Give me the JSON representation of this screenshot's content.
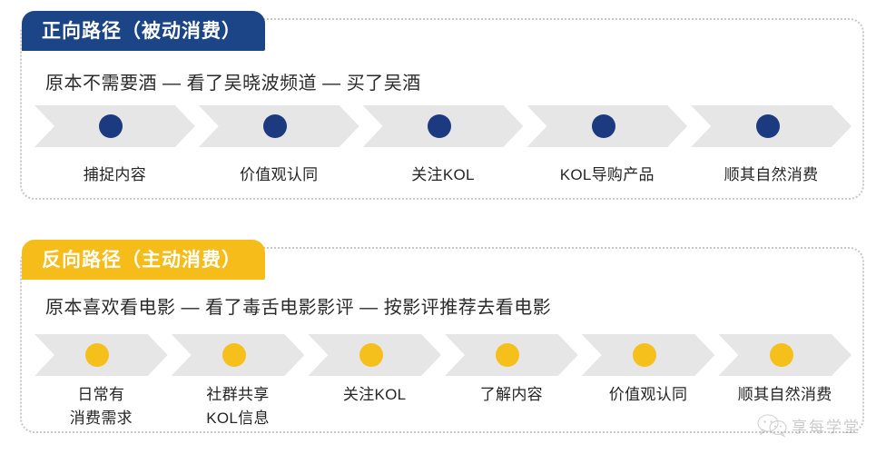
{
  "sections": [
    {
      "key": "forward",
      "tab_label": "正向路径（被动消费）",
      "tab_color": "#1c4587",
      "tab_text_color": "#ffffff",
      "subtitle": "原本不需要酒 — 看了吴晓波频道 — 买了吴酒",
      "dot_color": "#1b3a7f",
      "chevron_color": "#e6e6e6",
      "steps": [
        {
          "label": "捕捉内容"
        },
        {
          "label": "价值观认同"
        },
        {
          "label": "关注KOL"
        },
        {
          "label": "KOL导购产品"
        },
        {
          "label": "顺其自然消费"
        }
      ]
    },
    {
      "key": "reverse",
      "tab_label": "反向路径（主动消费）",
      "tab_color": "#f5bc1a",
      "tab_text_color": "#ffffff",
      "subtitle": "原本喜欢看电影 — 看了毒舌电影影评 — 按影评推荐去看电影",
      "dot_color": "#f6c01c",
      "chevron_color": "#e6e6e6",
      "steps": [
        {
          "label": "日常有\n消费需求"
        },
        {
          "label": "社群共享\nKOL信息"
        },
        {
          "label": "关注KOL"
        },
        {
          "label": "了解内容"
        },
        {
          "label": "价值观认同"
        },
        {
          "label": "顺其自然消费"
        }
      ]
    }
  ],
  "watermark": {
    "icon": "wechat-icon",
    "text": "享每学堂"
  }
}
